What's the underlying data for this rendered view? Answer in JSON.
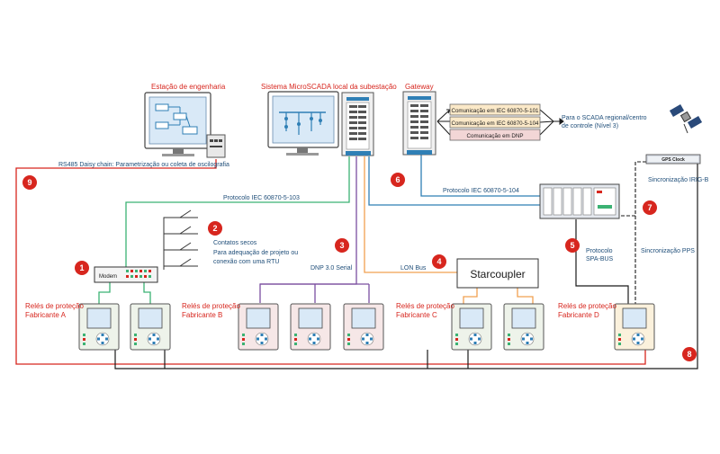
{
  "colors": {
    "red": "#d7261e",
    "green": "#3bb273",
    "orange": "#f0a050",
    "purple": "#7b4fa0",
    "blue": "#2f7fb5",
    "black": "#1a1a1a",
    "device_blue": "#d9e9f7"
  },
  "titles": {
    "engineering": "Estação de engenharia",
    "microscada": "Sistema MicroSCADA local da subestação",
    "gateway": "Gateway"
  },
  "gateway_comm": [
    "Comunicação em IEC 60870-5-101",
    "Comunicação em IEC 60870-5-104",
    "Comunicação em DNP"
  ],
  "scada_target": [
    "Para o SCADA regional/centro",
    "de controle (Nível 3)"
  ],
  "gps_label": "GPS Clock",
  "links": {
    "rs485": "RS485 Daisy chain: Parametrização ou coleta de oscilografia",
    "iec103": "Protocolo IEC 60870-5-103",
    "iec104": "Protocolo IEC 60870-5-104",
    "dnp_serial": "DNP 3.0 Serial",
    "lon_bus": "LON Bus",
    "spa_bus": [
      "Protocolo",
      "SPA-BUS"
    ],
    "irig": "Sincronização IRIG-B",
    "pps": "Sincronização PPS"
  },
  "dry_contacts": [
    "Contatos secos",
    "Para adequação de projeto ou",
    "conexão com uma RTU"
  ],
  "modem_label": "Modem",
  "starcoupler_label": "Starcoupler",
  "relay_groups": [
    {
      "line1": "Relés de proteção",
      "line2": "Fabricante A"
    },
    {
      "line1": "Relés de proteção",
      "line2": "Fabricante B"
    },
    {
      "line1": "Relés de proteção",
      "line2": "Fabricante C"
    },
    {
      "line1": "Relés de proteção",
      "line2": "Fabricante D"
    }
  ],
  "markers": [
    "1",
    "2",
    "3",
    "4",
    "5",
    "6",
    "7",
    "8",
    "9"
  ]
}
